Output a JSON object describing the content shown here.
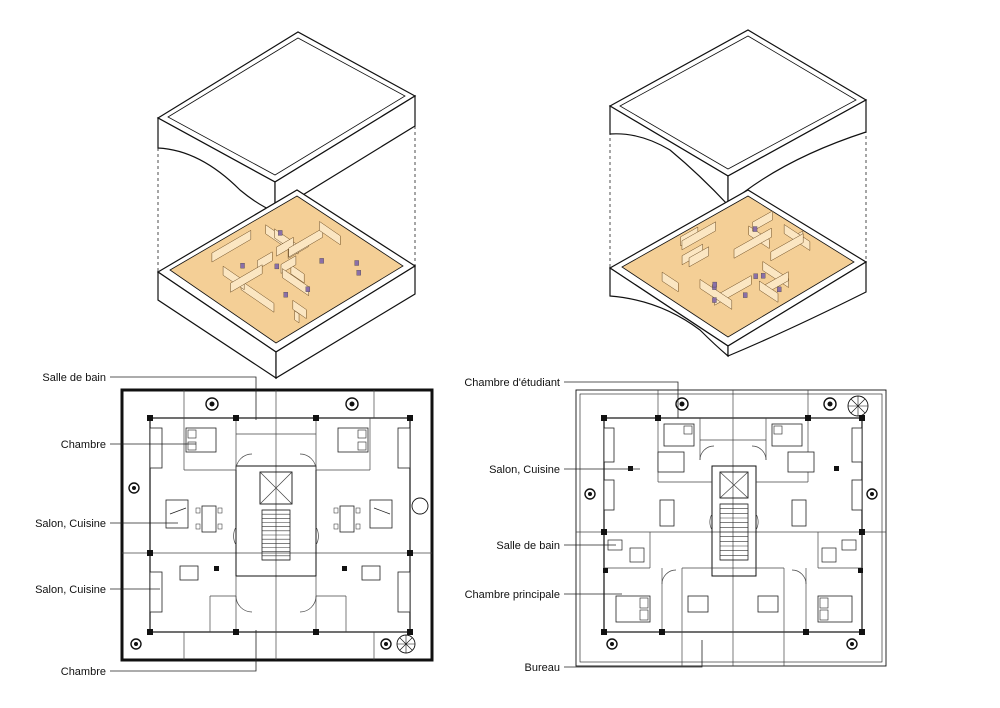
{
  "left_plan": {
    "labels": {
      "bathroom": "Salle de bain",
      "bedroom_top": "Chambre",
      "living_top": "Salon, Cuisine",
      "living_bottom": "Salon, Cuisine",
      "bedroom_bottom": "Chambre"
    }
  },
  "right_plan": {
    "labels": {
      "student_room": "Chambre d'étudiant",
      "living": "Salon, Cuisine",
      "bathroom": "Salle de bain",
      "master_bedroom": "Chambre principale",
      "office": "Bureau"
    }
  },
  "colors": {
    "floor": "#f4cf96",
    "floor_edge": "#e0b070",
    "wall_top": "#ffffff",
    "line": "#111111",
    "accent_furniture": "#8a6fa8"
  },
  "icons": [
    "tree-icon",
    "bed-icon",
    "table-icon",
    "sofa-icon",
    "umbrella-icon",
    "stair-icon"
  ]
}
